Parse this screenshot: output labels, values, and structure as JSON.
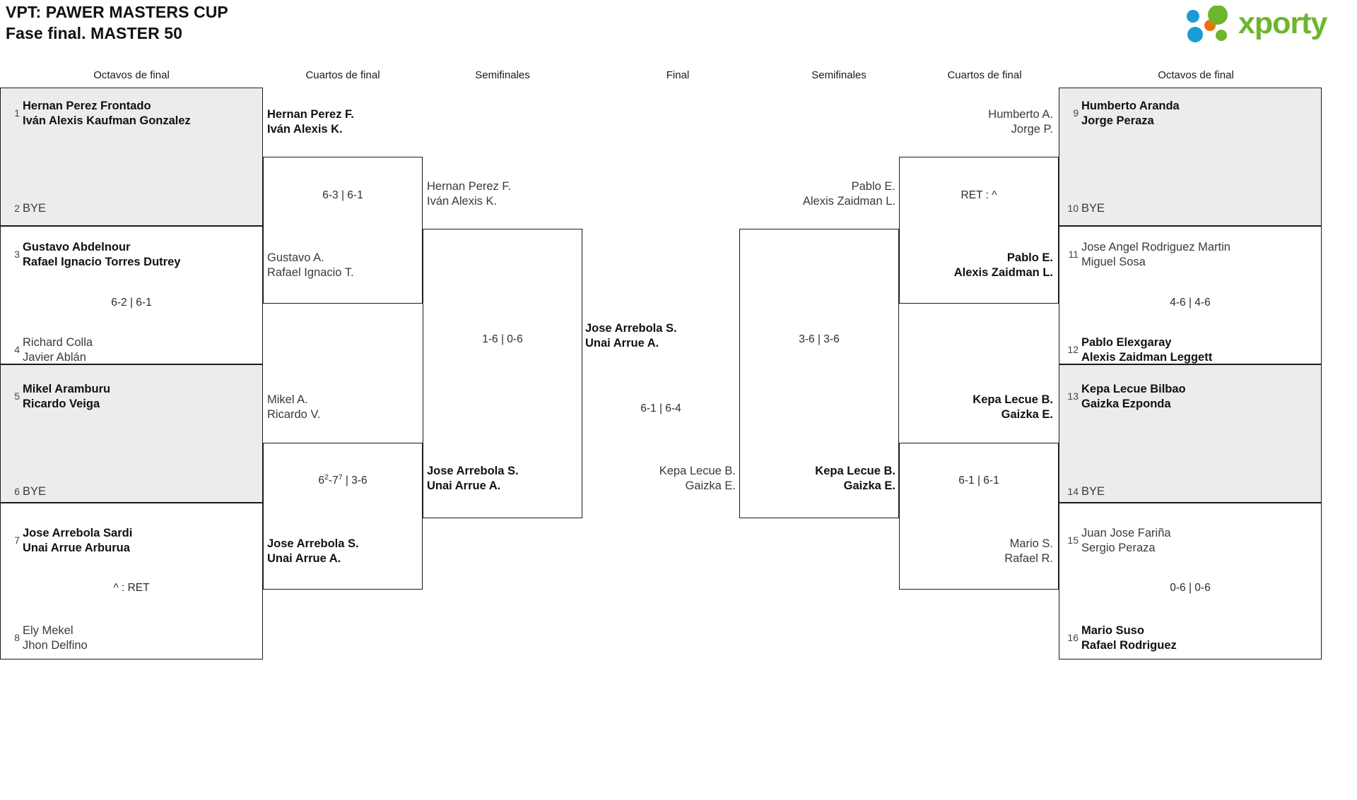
{
  "header": {
    "title_line1": "VPT: PAWER MASTERS CUP",
    "title_line2": "Fase final. MASTER 50",
    "logo_text": "xporty",
    "logo_colors": {
      "green": "#6cb52d",
      "blue": "#1b9ad6",
      "orange": "#e8730c"
    }
  },
  "round_headers": [
    {
      "label": "Octavos de final"
    },
    {
      "label": "Cuartos de final"
    },
    {
      "label": "Semifinales"
    },
    {
      "label": "Final"
    },
    {
      "label": "Semifinales"
    },
    {
      "label": "Cuartos de final"
    },
    {
      "label": "Octavos de final"
    }
  ],
  "bracket": {
    "left": {
      "octavos": [
        {
          "seed": "1",
          "p1": "Hernan Perez Frontado",
          "p2": "Iván Alexis Kaufman Gonzalez",
          "winner": true
        },
        {
          "seed": "2",
          "bye": "BYE"
        },
        {
          "seed": "3",
          "p1": "Gustavo Abdelnour",
          "p2": "Rafael Ignacio Torres Dutrey",
          "winner": true
        },
        {
          "seed": "4",
          "p1": "Richard Colla",
          "p2": "Javier Ablán",
          "winner": false
        },
        {
          "seed": "5",
          "p1": "Mikel Aramburu",
          "p2": "Ricardo Veiga",
          "winner": true
        },
        {
          "seed": "6",
          "bye": "BYE"
        },
        {
          "seed": "7",
          "p1": "Jose Arrebola Sardi",
          "p2": "Unai Arrue Arburua",
          "winner": true
        },
        {
          "seed": "8",
          "p1": "Ely Mekel",
          "p2": "Jhon Delfino",
          "winner": false
        }
      ],
      "octavos_scores": [
        {
          "text": "6-2 | 6-1"
        },
        {
          "text": "^ : RET"
        }
      ],
      "cuartos": [
        {
          "p1": "Hernan Perez F.",
          "p2": "Iván Alexis K.",
          "winner": true
        },
        {
          "p1": "Gustavo A.",
          "p2": "Rafael Ignacio T.",
          "winner": false
        },
        {
          "p1": "Mikel A.",
          "p2": "Ricardo V.",
          "winner": false
        },
        {
          "p1": "Jose Arrebola S.",
          "p2": "Unai Arrue A.",
          "winner": true
        }
      ],
      "cuartos_scores": [
        {
          "text": "6-3 | 6-1",
          "tiebreak": false
        },
        {
          "a": "6",
          "a_sup": "2",
          "b": "7",
          "b_sup": "7",
          "tail": " | 3-6",
          "tiebreak": true
        }
      ],
      "semis": [
        {
          "p1": "Hernan Perez F.",
          "p2": "Iván Alexis K.",
          "winner": false
        },
        {
          "p1": "Jose Arrebola S.",
          "p2": "Unai Arrue A.",
          "winner": true
        }
      ],
      "semis_score": {
        "text": "1-6 | 0-6"
      }
    },
    "final": {
      "top": {
        "p1": "Jose Arrebola S.",
        "p2": "Unai Arrue A.",
        "winner": true
      },
      "bottom": {
        "p1": "Kepa Lecue B.",
        "p2": "Gaizka E.",
        "winner": false
      },
      "score": {
        "text": "6-1 | 6-4"
      }
    },
    "right": {
      "octavos": [
        {
          "seed": "9",
          "p1": "Humberto Aranda",
          "p2": "Jorge Peraza",
          "winner": true
        },
        {
          "seed": "10",
          "bye": "BYE"
        },
        {
          "seed": "11",
          "p1": "Jose Angel Rodriguez Martin",
          "p2": "Miguel Sosa",
          "winner": false
        },
        {
          "seed": "12",
          "p1": "Pablo Elexgaray",
          "p2": "Alexis Zaidman Leggett",
          "winner": true
        },
        {
          "seed": "13",
          "p1": "Kepa Lecue Bilbao",
          "p2": "Gaizka Ezponda",
          "winner": true
        },
        {
          "seed": "14",
          "bye": "BYE"
        },
        {
          "seed": "15",
          "p1": "Juan Jose Fariña",
          "p2": "Sergio Peraza",
          "winner": false
        },
        {
          "seed": "16",
          "p1": "Mario Suso",
          "p2": "Rafael Rodriguez",
          "winner": true
        }
      ],
      "octavos_scores": [
        {
          "text": "4-6 | 4-6"
        },
        {
          "text": "0-6 | 0-6"
        }
      ],
      "cuartos": [
        {
          "p1": "Humberto A.",
          "p2": "Jorge P.",
          "winner": false
        },
        {
          "p1": "Pablo E.",
          "p2": "Alexis Zaidman L.",
          "winner": true
        },
        {
          "p1": "Kepa Lecue B.",
          "p2": "Gaizka E.",
          "winner": true
        },
        {
          "p1": "Mario S.",
          "p2": "Rafael R.",
          "winner": false
        }
      ],
      "cuartos_scores": [
        {
          "text": "RET : ^"
        },
        {
          "text": "6-1 | 6-1"
        }
      ],
      "semis": [
        {
          "p1": "Pablo E.",
          "p2": "Alexis Zaidman L.",
          "winner": false
        },
        {
          "p1": "Kepa Lecue B.",
          "p2": "Gaizka E.",
          "winner": true
        }
      ],
      "semis_score": {
        "text": "3-6 | 3-6"
      }
    }
  }
}
